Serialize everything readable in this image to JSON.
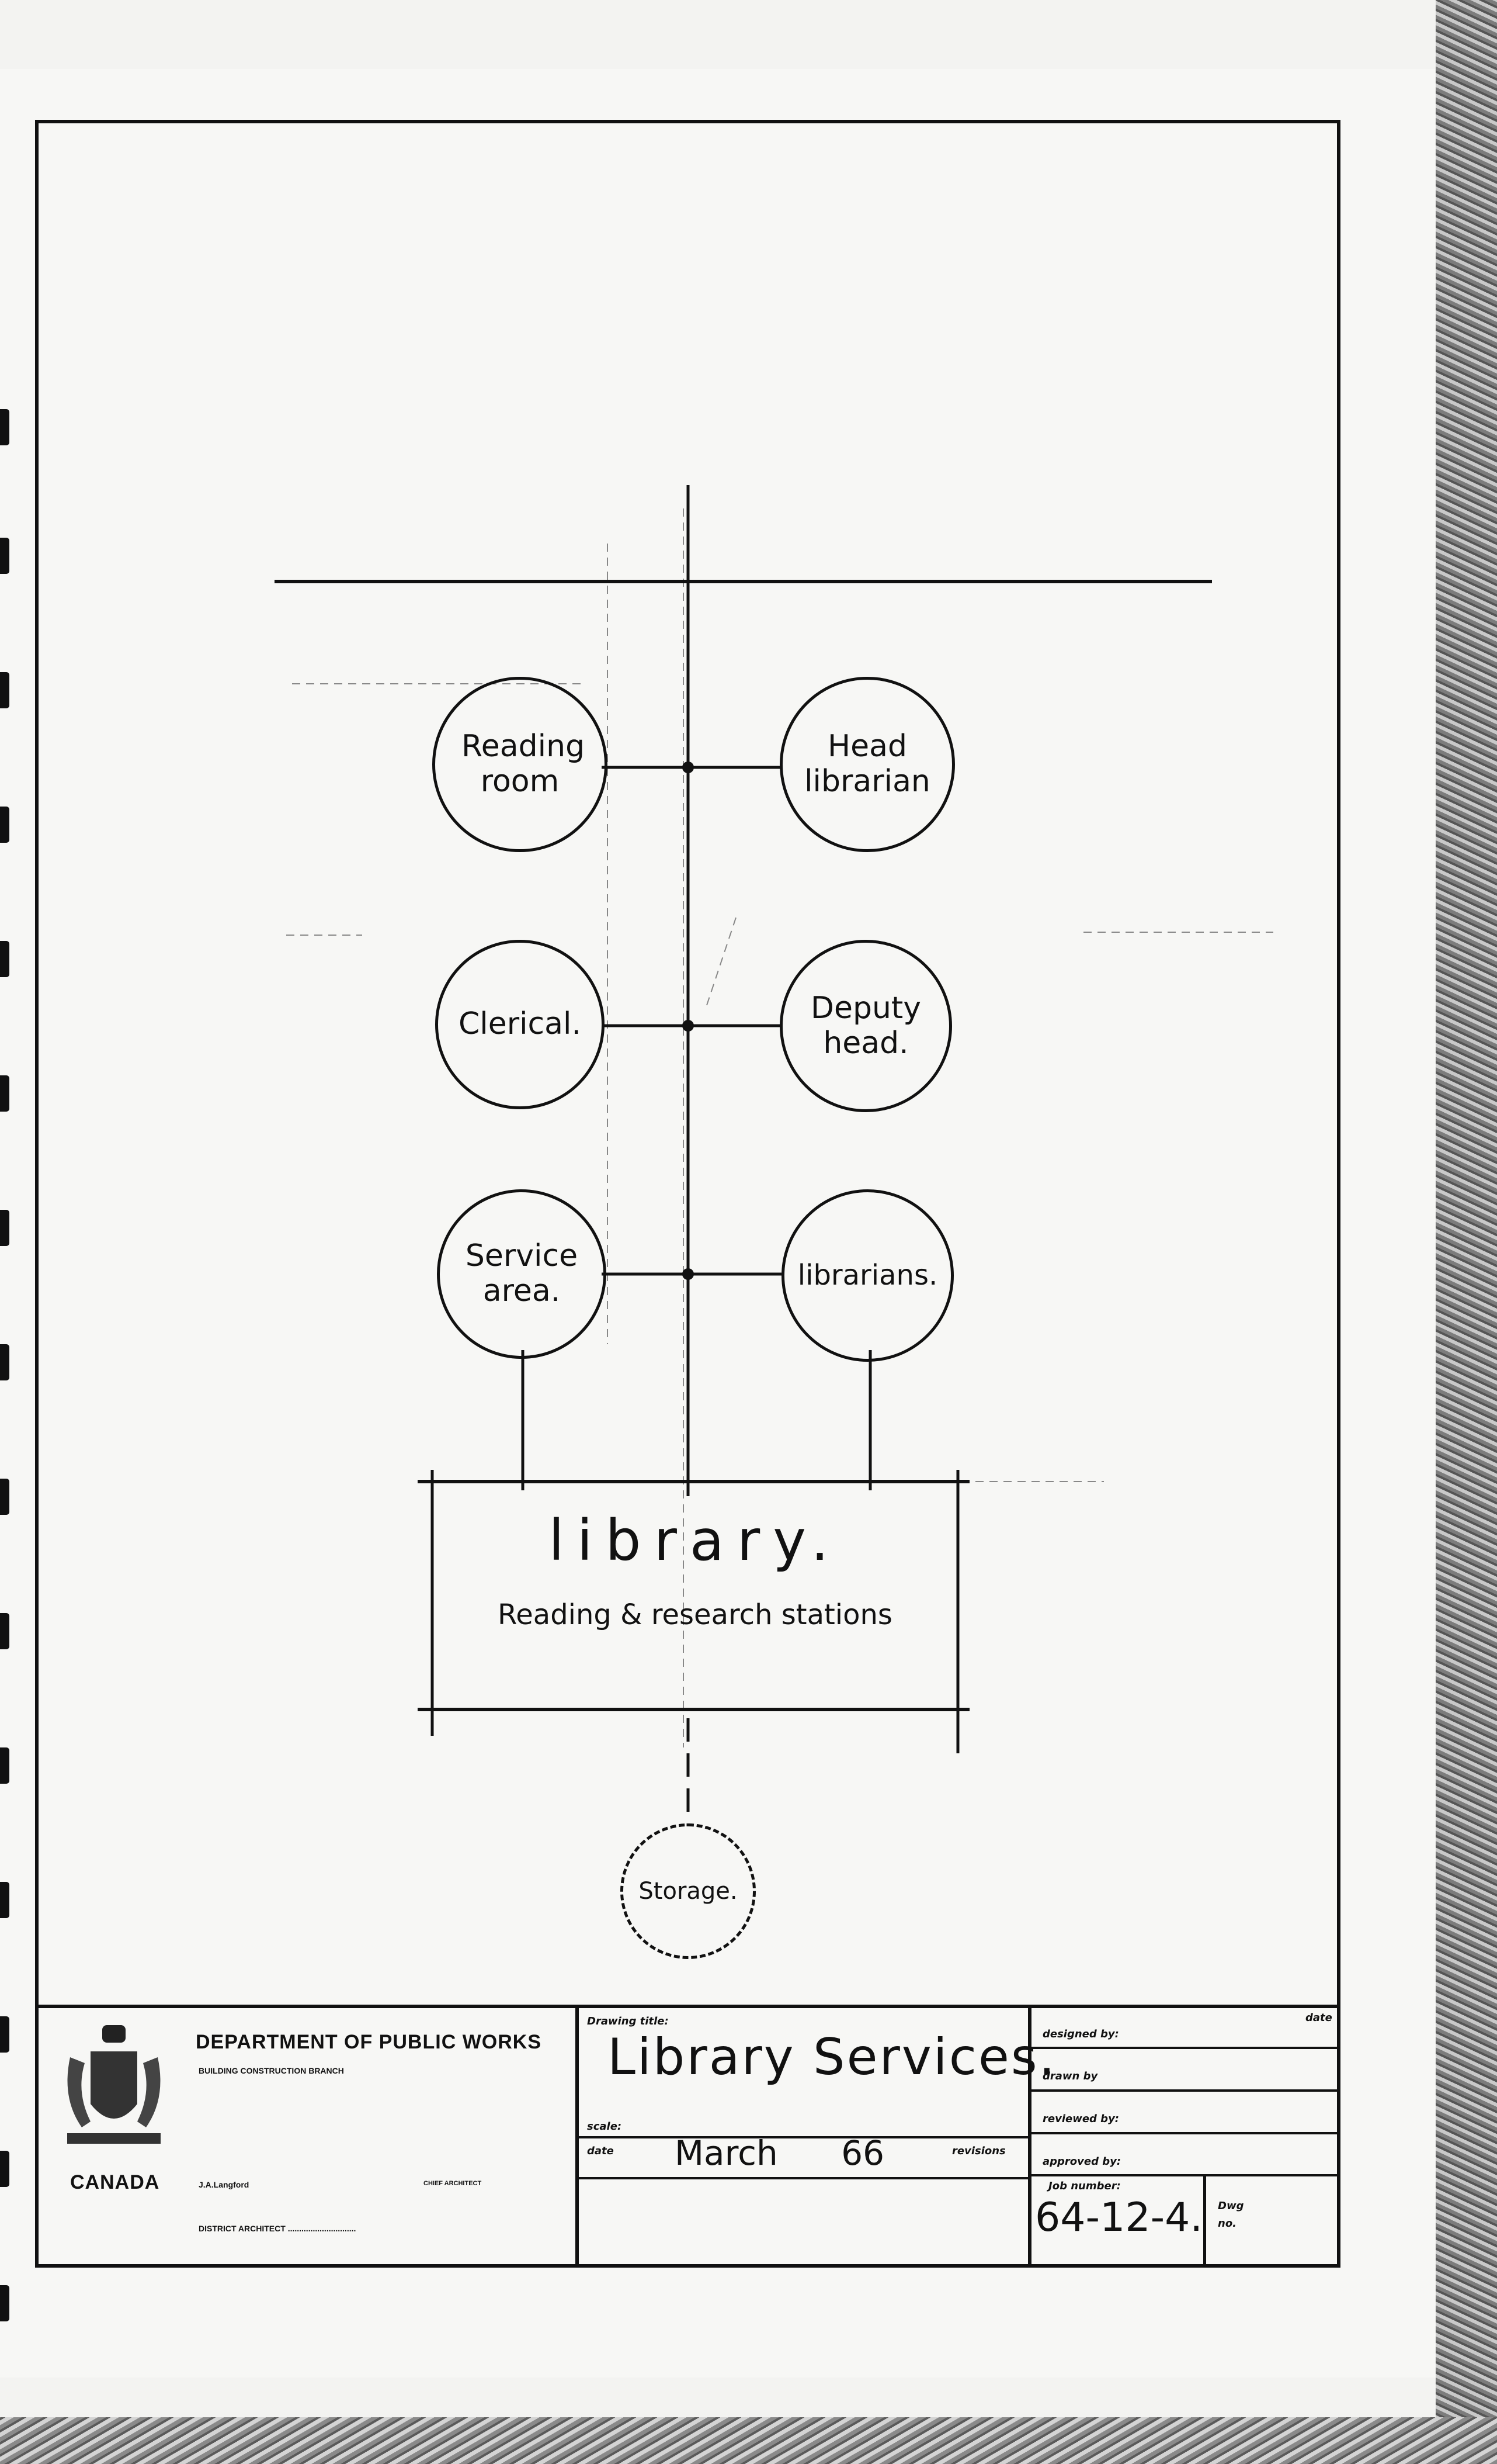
{
  "diagram": {
    "nodes": {
      "reading_room": "Reading room",
      "head_librarian": "Head librarian",
      "clerical": "Clerical.",
      "deputy_head": "Deputy head.",
      "service_area": "Service area.",
      "librarians": "librarians.",
      "storage": "Storage."
    },
    "library_box": {
      "title": "library.",
      "subtitle": "Reading & research stations"
    }
  },
  "title_block": {
    "department": "DEPARTMENT OF PUBLIC WORKS",
    "branch": "BUILDING CONSTRUCTION BRANCH",
    "country": "CANADA",
    "chief_architect_name": "J.A.Langford",
    "chief_architect_role": "CHIEF ARCHITECT",
    "district_architect_label": "DISTRICT ARCHITECT ..............................",
    "drawing_title_label": "Drawing title:",
    "drawing_title": "Library Services.",
    "scale_label": "scale:",
    "date_label": "date",
    "date_value": "March 66",
    "revisions_label": "revisions",
    "designed_by_label": "designed by:",
    "drawn_by_label": "drawn by",
    "reviewed_by_label": "reviewed by:",
    "approved_by_label": "approved by:",
    "date_header": "date",
    "job_number_label": "Job number:",
    "job_number": "64-12-4.",
    "dwg_no_label": "Dwg no."
  }
}
